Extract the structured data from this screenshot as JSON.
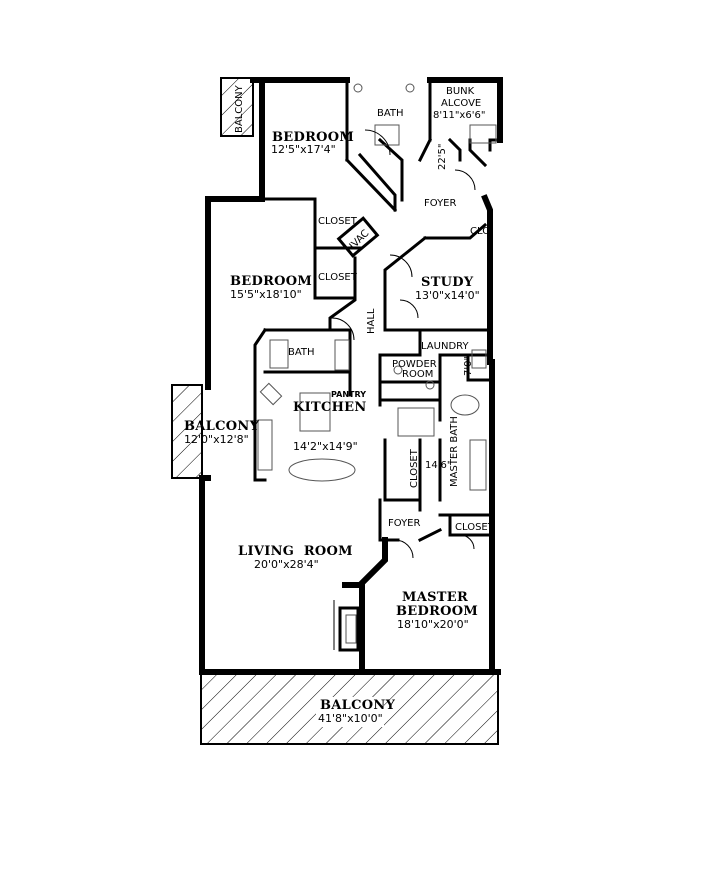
{
  "rooms": {
    "bedroom_1": {
      "name": "BEDROOM",
      "size": "12'5\"x17'4\""
    },
    "bedroom_2": {
      "name": "BEDROOM",
      "size": "15'5\"x18'10\""
    },
    "bath_1": {
      "name": "BATH"
    },
    "bunk_alcove": {
      "name_line1": "BUNK",
      "name_line2": "ALCOVE",
      "size": "8'11\"x6'6\""
    },
    "foyer_1": {
      "name": "FOYER"
    },
    "foyer_dim": "22'5\"",
    "closet_a": {
      "name": "CLOSET"
    },
    "closet_b": {
      "name": "CLOSET"
    },
    "hvac": {
      "name": "HVAC"
    },
    "clo": {
      "name": "CLO"
    },
    "study": {
      "name": "STUDY",
      "size": "13'0\"x14'0\""
    },
    "hall": {
      "name": "HALL"
    },
    "bath_2": {
      "name": "BATH"
    },
    "laundry": {
      "name": "LAUNDRY",
      "dim": "7'0\""
    },
    "powder_room": {
      "name_line1": "POWDER",
      "name_line2": "ROOM"
    },
    "pantry": {
      "name": "PANTRY"
    },
    "kitchen": {
      "name": "KITCHEN",
      "size": "14'2\"x14'9\""
    },
    "balcony_side": {
      "name": "BALCONY",
      "size": "12'0\"x12'8\""
    },
    "balcony_top": {
      "name": "BALCONY"
    },
    "closet_master": {
      "name": "CLOSET",
      "dim": "14'6\""
    },
    "master_bath": {
      "name": "MASTER BATH"
    },
    "closet_c": {
      "name": "CLOSET"
    },
    "foyer_2": {
      "name": "FOYER"
    },
    "living_room": {
      "name": "LIVING  ROOM",
      "size": "20'0\"x28'4\""
    },
    "master_bedroom": {
      "name_line1": "MASTER",
      "name_line2": "BEDROOM",
      "size": "18'10\"x20'0\""
    },
    "balcony_main": {
      "name": "BALCONY",
      "size": "41'8\"x10'0\""
    }
  }
}
